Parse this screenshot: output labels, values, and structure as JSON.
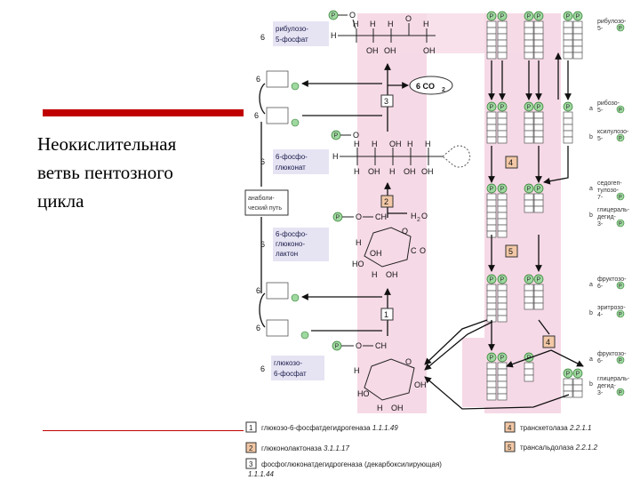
{
  "title": {
    "lines": [
      "Неокислительная",
      "ветвь пентозного",
      "цикла"
    ]
  },
  "colors": {
    "accent_red": "#c00000",
    "pink_band": "#f6d9e6",
    "label_box": "#e6e4f3",
    "phosphate_fill": "#9fd8a0",
    "enzyme_box_orange": "#f3c8a6"
  },
  "diagram": {
    "compounds": [
      {
        "count": "6",
        "name_lines": [
          "рибулозо-",
          "5-фосфат"
        ]
      },
      {
        "count": "6",
        "name_lines": [
          "6-фосфо-",
          "глюконат"
        ]
      },
      {
        "count": "6",
        "name_lines": [
          "6-фосфо-",
          "глюконо-",
          "лактон"
        ]
      },
      {
        "count": "6",
        "name_lines": [
          "глюкозо-",
          "6-фосфат"
        ]
      }
    ],
    "co2_label": "6 CO",
    "co2_sub": "2",
    "water_label": "H",
    "water_sub": "2",
    "water_tail": "O",
    "anabolic_lines": [
      "анаболи-",
      "ческий путь"
    ],
    "nadph_count": "6",
    "enzyme_marks": [
      "1",
      "2",
      "3",
      "4",
      "5"
    ],
    "right_labels": [
      {
        "prefix": "",
        "lines": [
          "рибулозо-",
          "5-"
        ]
      },
      {
        "prefix": "a",
        "lines": [
          "рибозо-",
          "5-"
        ]
      },
      {
        "prefix": "b",
        "lines": [
          "ксилулозо-",
          "5-"
        ]
      },
      {
        "prefix": "a",
        "lines": [
          "седогеп-",
          "тулозо-",
          "7-"
        ]
      },
      {
        "prefix": "b",
        "lines": [
          "глицераль-",
          "дегид-",
          "3-"
        ]
      },
      {
        "prefix": "a",
        "lines": [
          "фруктозо-",
          "6-"
        ]
      },
      {
        "prefix": "b",
        "lines": [
          "эритрозо-",
          "4-"
        ]
      },
      {
        "prefix": "a",
        "lines": [
          "фруктозо-",
          "6-"
        ]
      },
      {
        "prefix": "b",
        "lines": [
          "глицераль-",
          "дегид-",
          "3-"
        ]
      }
    ],
    "phosphate": "P",
    "atoms": {
      "o": "O",
      "h": "H",
      "c": "C",
      "oh": "OH",
      "ho": "HO",
      "ch2": "CH"
    }
  },
  "legend": [
    {
      "num": "1",
      "name": "глюкозо-6-фосфатдегидрогеназа",
      "ec": "1.1.1.49"
    },
    {
      "num": "2",
      "name": "глюконолактоназа",
      "ec": "3.1.1.17"
    },
    {
      "num": "3",
      "name": "фосфоглюконатдегидрогеназа (декарбоксилирующая)",
      "ec": "1.1.1.44"
    },
    {
      "num": "4",
      "name": "транскетолаза",
      "ec": "2.2.1.1"
    },
    {
      "num": "5",
      "name": "трансальдолаза",
      "ec": "2.2.1.2"
    }
  ]
}
